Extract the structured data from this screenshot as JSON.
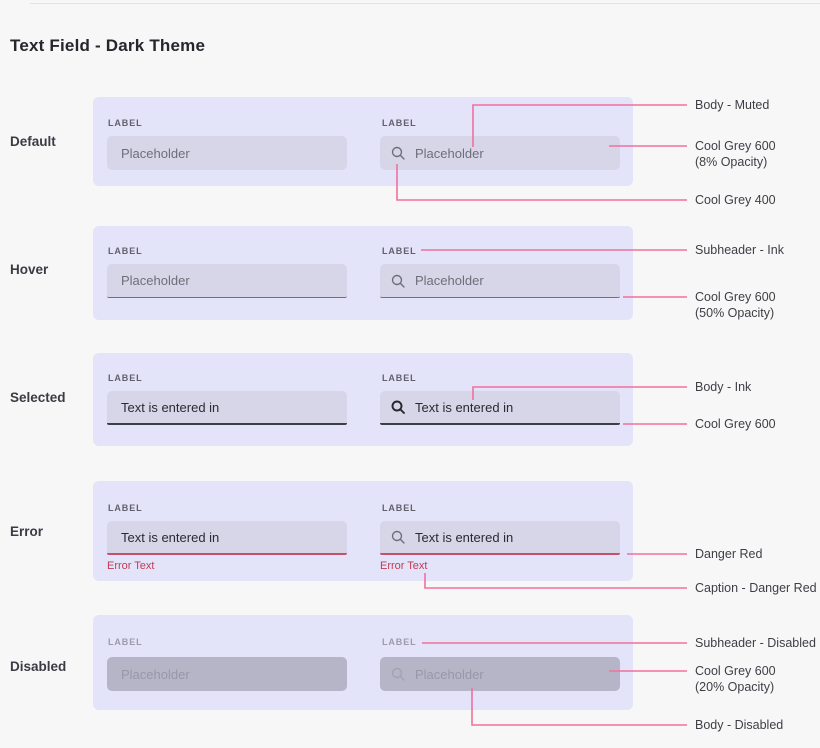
{
  "page": {
    "title": "Text Field - Dark Theme"
  },
  "rows": [
    {
      "name": "Default",
      "fields": [
        {
          "label": "LABEL",
          "text": "Placeholder"
        },
        {
          "label": "LABEL",
          "text": "Placeholder",
          "icon": "search"
        }
      ]
    },
    {
      "name": "Hover",
      "fields": [
        {
          "label": "LABEL",
          "text": "Placeholder"
        },
        {
          "label": "LABEL",
          "text": "Placeholder",
          "icon": "search"
        }
      ]
    },
    {
      "name": "Selected",
      "fields": [
        {
          "label": "LABEL",
          "text": "Text is entered in"
        },
        {
          "label": "LABEL",
          "text": "Text is entered in",
          "icon": "search"
        }
      ]
    },
    {
      "name": "Error",
      "fields": [
        {
          "label": "LABEL",
          "text": "Text is entered in",
          "error": "Error Text"
        },
        {
          "label": "LABEL",
          "text": "Text is entered in",
          "error": "Error Text",
          "icon": "search"
        }
      ]
    },
    {
      "name": "Disabled",
      "fields": [
        {
          "label": "LABEL",
          "text": "Placeholder"
        },
        {
          "label": "LABEL",
          "text": "Placeholder",
          "icon": "search"
        }
      ]
    }
  ],
  "annotations": [
    {
      "label": "Body - Muted"
    },
    {
      "label": "Cool Grey 600",
      "sub": "(8% Opacity)"
    },
    {
      "label": "Cool Grey 400"
    },
    {
      "label": "Subheader - Ink"
    },
    {
      "label": "Cool Grey 600",
      "sub": "(50% Opacity)"
    },
    {
      "label": "Body - Ink"
    },
    {
      "label": "Cool Grey 600"
    },
    {
      "label": "Danger Red"
    },
    {
      "label": "Caption - Danger Red"
    },
    {
      "label": "Subheader - Disabled"
    },
    {
      "label": "Cool Grey 600",
      "sub": "(20% Opacity)"
    },
    {
      "label": "Body - Disabled"
    }
  ],
  "colors": {
    "annotation_pink": "#F2709D",
    "danger_red": "#C5506A",
    "panel_lavender": "#E3E3F9",
    "field_fill": "#D7D6E9",
    "field_fill_disabled": "#B6B5C8",
    "ink": "#2A2A31",
    "muted": "#6E6E79"
  }
}
